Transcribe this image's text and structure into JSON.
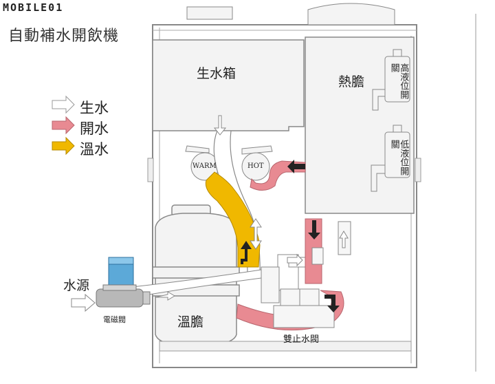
{
  "watermark": "MOBILE01",
  "title": "自動補水開飲機",
  "legend": {
    "raw_water": "生水",
    "boiling_water": "開水",
    "warm_water": "溫水"
  },
  "labels": {
    "raw_tank": "生水箱",
    "hot_tank": "熱膽",
    "high_level_switch": "高液位開關",
    "low_level_switch": "低液位開關",
    "warm_tap": "WARM",
    "hot_tap": "HOT",
    "water_source": "水源",
    "solenoid_valve": "電磁閥",
    "warm_tank": "溫膽",
    "double_check_valve": "雙止水閥"
  },
  "colors": {
    "raw": "#ffffff",
    "boiling": "#e88a92",
    "warm": "#f0b800",
    "line": "#777777"
  }
}
